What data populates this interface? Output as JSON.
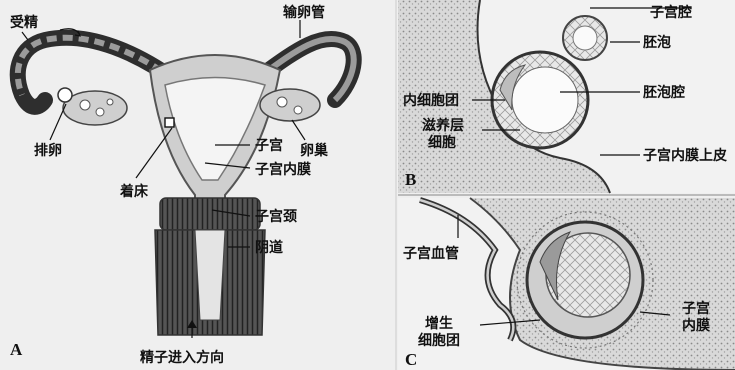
{
  "panel_a": {
    "letter": "A",
    "labels": {
      "fertilization": "受精",
      "fallopian_tube": "输卵管",
      "ovulation": "排卵",
      "implantation": "着床",
      "uterus": "子宫",
      "endometrium": "子宫内膜",
      "ovary": "卵巢",
      "cervix": "子宫颈",
      "vagina": "阴道",
      "sperm_entry": "精子进入方向"
    }
  },
  "panel_b": {
    "letter": "B",
    "labels": {
      "uterine_cavity": "子宫腔",
      "embryo_vesicle": "胚泡",
      "inner_cell_mass": "内细胞团",
      "blastocoel": "胚泡腔",
      "trophoblast_line1": "滋养层",
      "trophoblast_line2": "细胞",
      "endometrial_epithelium": "子宫内膜上皮"
    }
  },
  "panel_c": {
    "letter": "C",
    "labels": {
      "uterine_vessel": "子宫血管",
      "proliferating_line1": "增生",
      "proliferating_line2": "细胞团",
      "endometrium_line1": "子宫",
      "endometrium_line2": "内膜"
    }
  }
}
